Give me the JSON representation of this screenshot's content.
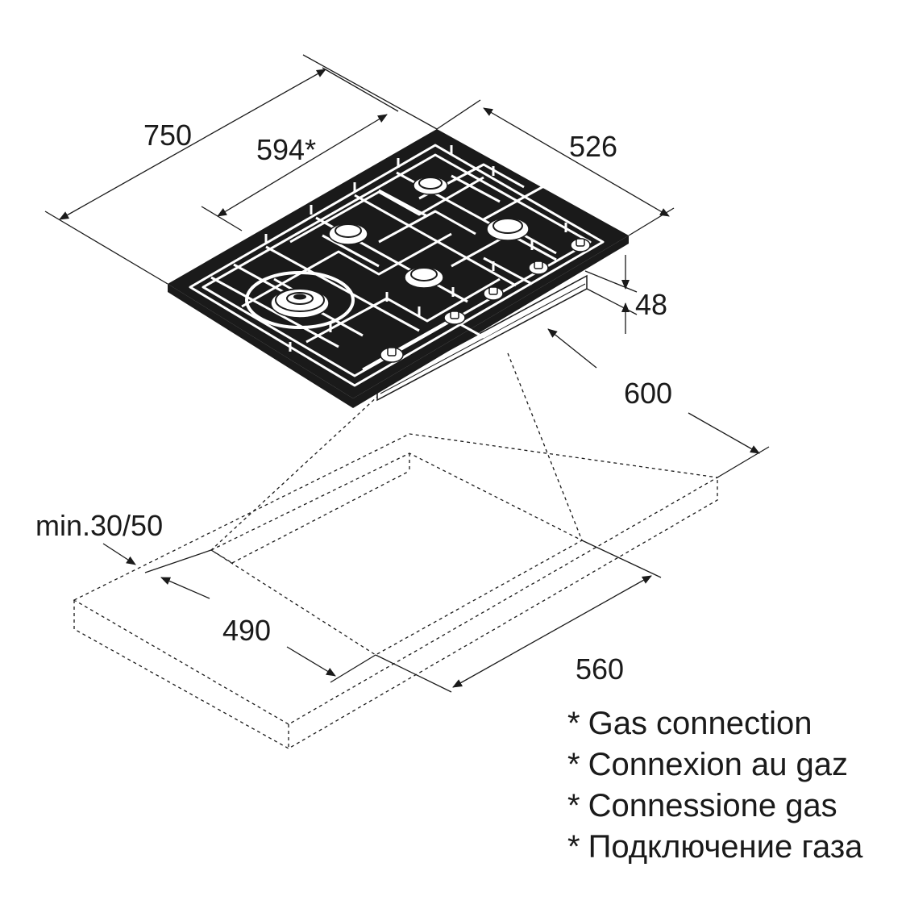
{
  "hob": {
    "burner_count": 5,
    "knob_count": 5
  },
  "dimensions": {
    "width_overall": "750",
    "gas_connection_offset": "594*",
    "depth_overall": "526",
    "height": "48",
    "cutout_depth_space": "600",
    "min_clearance": "min.30/50",
    "cutout_depth": "490",
    "cutout_width": "560"
  },
  "notes": [
    {
      "marker": "*",
      "text": "Gas connection"
    },
    {
      "marker": "*",
      "text": "Connexion au gaz"
    },
    {
      "marker": "*",
      "text": "Connessione gas"
    },
    {
      "marker": "*",
      "text": "Подключение газа"
    }
  ]
}
